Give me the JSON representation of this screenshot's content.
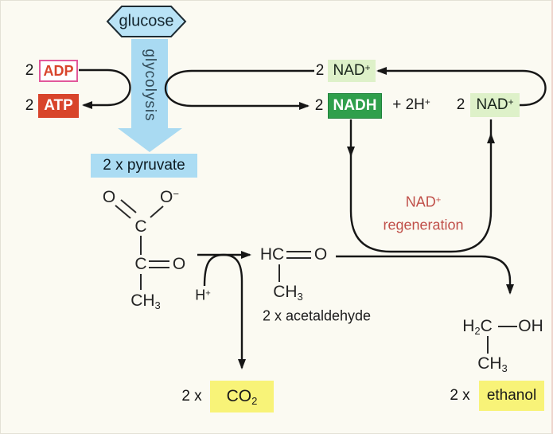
{
  "colors": {
    "background": "#fbfaf2",
    "light_blue": "#abdcf3",
    "hexagon_fill": "#b9e3f6",
    "arrow_blue": "#a9daf2",
    "red": "#d8442b",
    "pink_border": "#e2589b",
    "light_green": "#def1c9",
    "green": "#2f9f4c",
    "yellow": "#f8f378",
    "brick": "#c0504a",
    "line": "#161616"
  },
  "glucose": {
    "label": "glucose"
  },
  "glycolysis": {
    "label": "glycolysis"
  },
  "pyruvate": {
    "label": "2 x pyruvate"
  },
  "adp": {
    "count": "2",
    "label": "ADP"
  },
  "atp": {
    "count": "2",
    "label": "ATP"
  },
  "nad_top": {
    "count": "2",
    "label": "NAD",
    "charge": "+"
  },
  "nadh": {
    "count": "2",
    "label": "NADH",
    "rest": "+ 2H",
    "rest_charge": "+"
  },
  "nad_right": {
    "count": "2",
    "label": "NAD",
    "charge": "+"
  },
  "regeneration": {
    "line1": "NAD",
    "charge": "+",
    "line2": "regeneration"
  },
  "h_plus": {
    "label": "H",
    "charge": "+"
  },
  "pyruvate_structure": {
    "o_top_left": "O",
    "o_top_right": "O",
    "o_top_right_charge": "−",
    "c_upper": "C",
    "c_lower": "C",
    "o_right": "O",
    "ch3": "CH",
    "ch3_sub": "3"
  },
  "acetaldehyde": {
    "hc": "HC",
    "o": "O",
    "ch3": "CH",
    "ch3_sub": "3",
    "caption": "2 x acetaldehyde"
  },
  "ethanol_structure": {
    "h": "H",
    "h_sub": "2",
    "c": "C",
    "oh": "OH",
    "ch3": "CH",
    "ch3_sub": "3"
  },
  "co2": {
    "count": "2 x",
    "label": "CO",
    "sub": "2"
  },
  "ethanol": {
    "count": "2 x",
    "label": "ethanol"
  }
}
